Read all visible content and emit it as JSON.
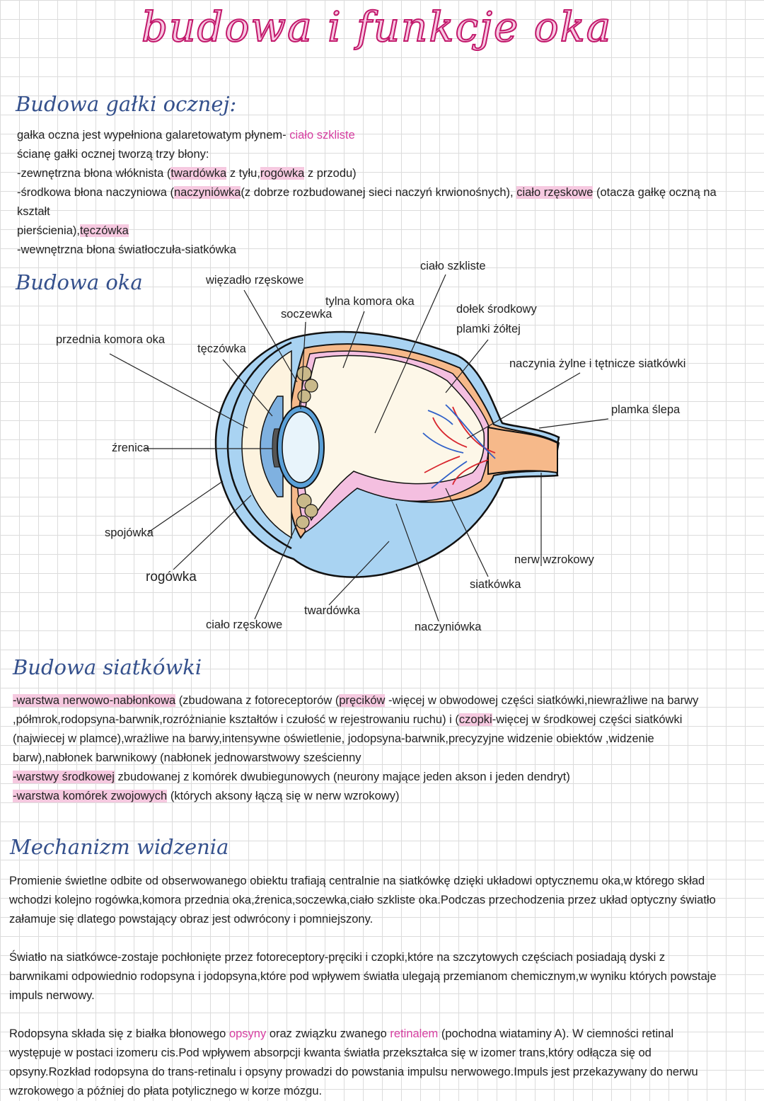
{
  "title": "budowa i funkcje oka",
  "sections": {
    "budowa_galki": {
      "heading": "Budowa gałki ocznej:",
      "lines": [
        {
          "pre": "gałka oczna jest wypełniona galaretowatym płynem- ",
          "pink": "ciało szkliste"
        },
        {
          "text": "ścianę gałki ocznej tworzą trzy błony:"
        },
        {
          "t1": "-zewnętrzna błona włóknista (",
          "h1": "twardówka",
          "t2": " z tyłu,",
          "h2": "rogówka",
          "t3": " z przodu)"
        },
        {
          "t1": "-środkowa błona naczyniowa (",
          "h1": "naczyniówka",
          "t2": "(z dobrze rozbudowanej sieci naczyń krwionośnych), ",
          "h2": "ciało rzęskowe",
          "t3": " (otacza gałkę oczną na kształt"
        },
        {
          "t1": "pierścienia),",
          "h1": "tęczówka"
        },
        {
          "text": "-wewnętrzna błona światłoczuła-siatkówka"
        }
      ]
    },
    "budowa_oka": {
      "heading": "Budowa oka",
      "labels": {
        "wiezadlo": "więzadło rzęskowe",
        "soczewka": "soczewka",
        "tylna_komora": "tylna komora oka",
        "cialo_szkliste": "ciało szkliste",
        "dolek": "dołek środkowy",
        "dolek2": "plamki żółtej",
        "przednia_komora": "przednia komora oka",
        "teczowka": "tęczówka",
        "naczynia": "naczynia żylne i tętnicze siatkówki",
        "plamka_slepa": "plamka ślepa",
        "zrenica": "źrenica",
        "spojowka": "spojówka",
        "rogowka": "rogówka",
        "nerw": "nerw wzrokowy",
        "siatkowka": "siatkówka",
        "twardowka": "twardówka",
        "cialo_rzeskowe": "ciało rzęskowe",
        "naczyniowka": "naczyniówka"
      }
    },
    "budowa_siatkowki": {
      "heading": "Budowa siatkówki",
      "p1": {
        "h1": "-warstwa nerwowo-nabłonkowa",
        "t1": " (zbudowana z fotoreceptorów (",
        "h2": "pręcików",
        "t2": " -więcej w obwodowej części siatkówki,niewrażliwe na barwy ,półmrok,rodopsyna-barwnik,rozróżnianie kształtów i czułość w rejestrowaniu ruchu) i (",
        "h3": "czopki",
        "t3": "-więcej w środkowej części siatkówki (najwiecej w plamce),wrażliwe na barwy,intensywne oświetlenie, jodopsyna-barwnik,precyzyjne widzenie obiektów ,widzenie barw),nabłonek barwnikowy (nabłonek jednowarstwowy sześcienny"
      },
      "p2": {
        "h1": "-warstwy środkowej",
        "t1": " zbudowanej z komórek dwubiegunowych (neurony mające jeden akson i jeden dendryt)"
      },
      "p3": {
        "h1": "-warstwa komórek zwojowych",
        "t1": " (których aksony łączą się w nerw wzrokowy)"
      }
    },
    "mechanizm": {
      "heading": "Mechanizm widzenia",
      "p1": "Promienie świetlne odbite od obserwowanego obiektu trafiają centralnie na siatkówkę dzięki układowi optycznemu oka,w którego skład wchodzi kolejno rogówka,komora przednia oka,źrenica,soczewka,ciało szkliste oka.Podczas przechodzenia przez układ optyczny światło załamuje się dlatego powstający obraz jest odwrócony i pomniejszony.",
      "p2": "Światło na siatkówce-zostaje pochłonięte przez fotoreceptory-pręciki i czopki,które na szczytowych częściach posiadają dyski z barwnikami odpowiednio rodopsyna i jodopsyna,które pod wpływem światła ulegają przemianom chemicznym,w wyniku których powstaje impuls nerwowy.",
      "p3": {
        "t1": "Rodopsyna składa się z białka błonowego ",
        "pk1": "opsyny",
        "t2": " oraz związku zwanego ",
        "pk2": "retinalem",
        "t3": " (pochodna wiataminy A). W ciemności retinal występuje w postaci izomeru cis.Pod wpływem absorpcji kwanta światła przekształca się w izomer trans,który odłącza się od opsyny.Rozkład rodopsyna do trans-retinalu i opsyny prowadzi do powstania impulsu nerwowego.Impuls jest przekazywany do nerwu wzrokowego a później do płata potylicznego w korze mózgu."
      }
    }
  },
  "colors": {
    "title_fill": "#f7c9e3",
    "title_stroke": "#c2186b",
    "heading": "#34508c",
    "highlight": "#f6c9e0",
    "pink_text": "#d63ea0",
    "sclera_blue": "#a9d3f2",
    "choroid_orange": "#f6b98a",
    "retina_pink": "#f4bfe0",
    "vitreous": "#fdf7e8",
    "ciliary": "#c9b98a"
  }
}
